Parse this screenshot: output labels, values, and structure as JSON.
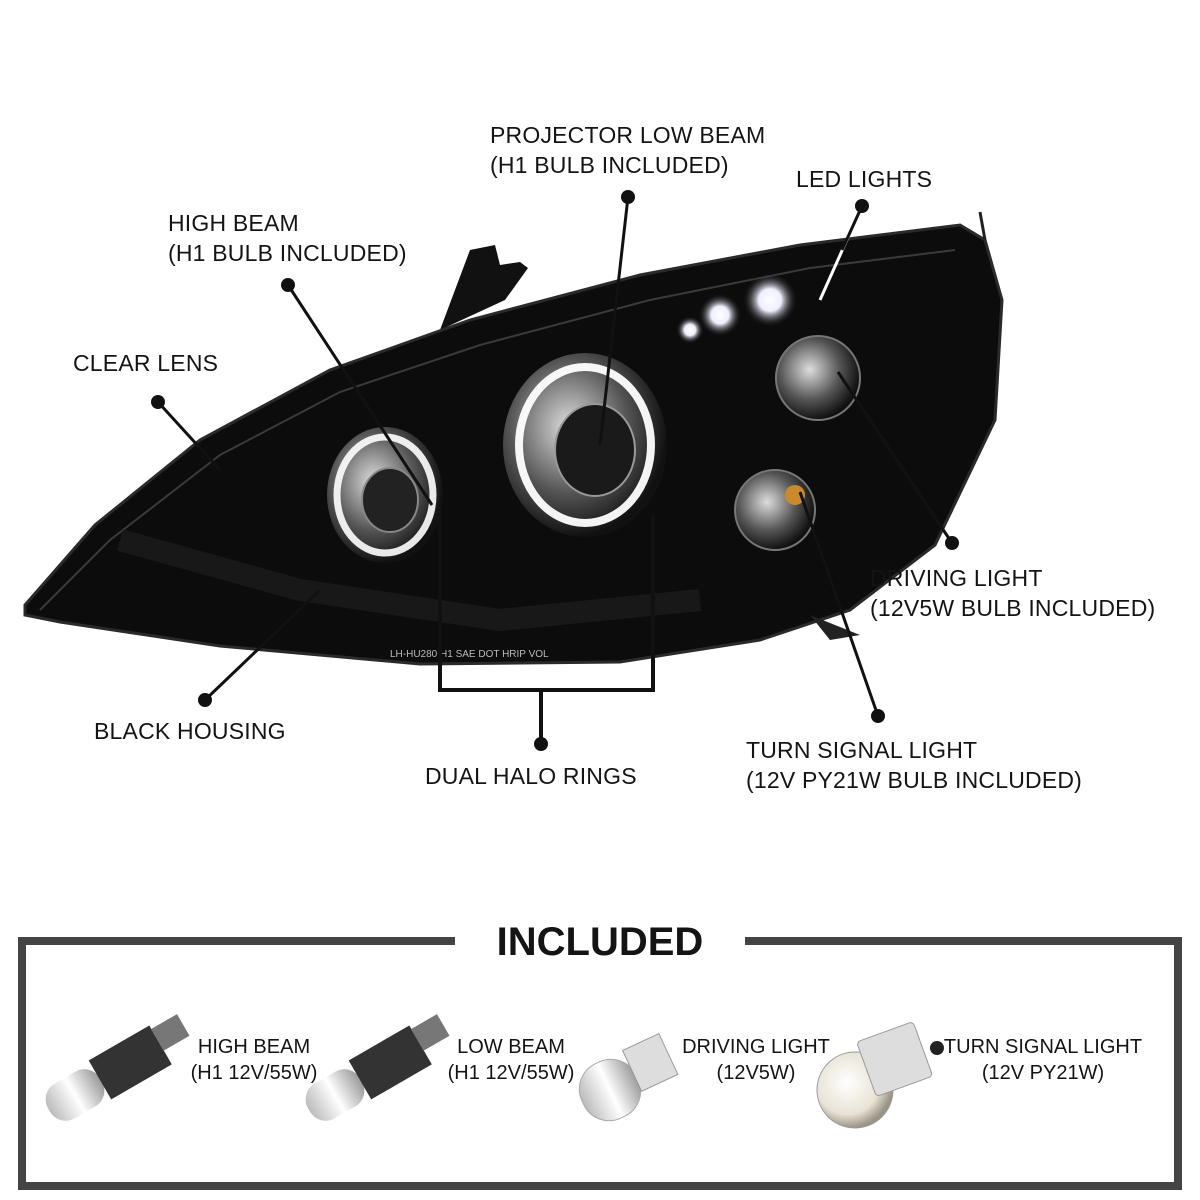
{
  "callouts": {
    "projector_low_beam": {
      "line1": "PROJECTOR LOW BEAM",
      "line2": "(H1 BULB INCLUDED)"
    },
    "led_lights": {
      "line1": "LED LIGHTS"
    },
    "high_beam": {
      "line1": "HIGH BEAM",
      "line2": "(H1 BULB INCLUDED)"
    },
    "clear_lens": {
      "line1": "CLEAR LENS"
    },
    "black_housing": {
      "line1": "BLACK HOUSING"
    },
    "dual_halo_rings": {
      "line1": "DUAL HALO RINGS"
    },
    "driving_light": {
      "line1": "DRIVING LIGHT",
      "line2": "(12V5W BULB INCLUDED)"
    },
    "turn_signal_light": {
      "line1": "TURN SIGNAL LIGHT",
      "line2": "(12V PY21W BULB INCLUDED)"
    }
  },
  "housing_marking": "LH-HU280    H1  SAE  DOT  HRIP  VOL",
  "included": {
    "title": "INCLUDED",
    "items": [
      {
        "name": "HIGH BEAM",
        "spec": "(H1 12V/55W)"
      },
      {
        "name": "LOW BEAM",
        "spec": "(H1 12V/55W)"
      },
      {
        "name": "DRIVING LIGHT",
        "spec": "(12V5W)"
      },
      {
        "name": "TURN SIGNAL LIGHT",
        "spec": "(12V PY21W)"
      }
    ]
  },
  "colors": {
    "housing": "#0c0c0c",
    "frame": "#444444",
    "text": "#141414"
  }
}
